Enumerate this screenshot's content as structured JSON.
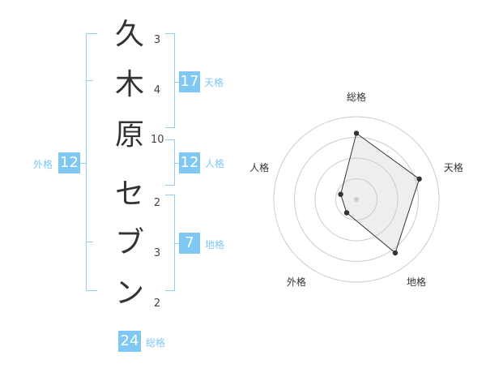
{
  "name_chars": [
    {
      "char": "久",
      "strokes": "3"
    },
    {
      "char": "木",
      "strokes": "4"
    },
    {
      "char": "原",
      "strokes": "10"
    },
    {
      "char": "セ",
      "strokes": "2"
    },
    {
      "char": "ブ",
      "strokes": "3"
    },
    {
      "char": "ン",
      "strokes": "2"
    }
  ],
  "kaku": {
    "tenkaku": {
      "value": "17",
      "label": "天格"
    },
    "jinkaku": {
      "value": "12",
      "label": "人格"
    },
    "chikaku": {
      "value": "7",
      "label": "地格"
    },
    "gaikaku": {
      "value": "12",
      "label": "外格"
    },
    "soukaku": {
      "value": "24",
      "label": "総格"
    }
  },
  "accent_color": "#7fc8f3",
  "chart_data": {
    "type": "radar",
    "axes": [
      "総格",
      "天格",
      "地格",
      "外格",
      "人格"
    ],
    "max": 5,
    "rings": 4,
    "values": [
      4,
      4,
      4,
      1,
      1
    ]
  }
}
